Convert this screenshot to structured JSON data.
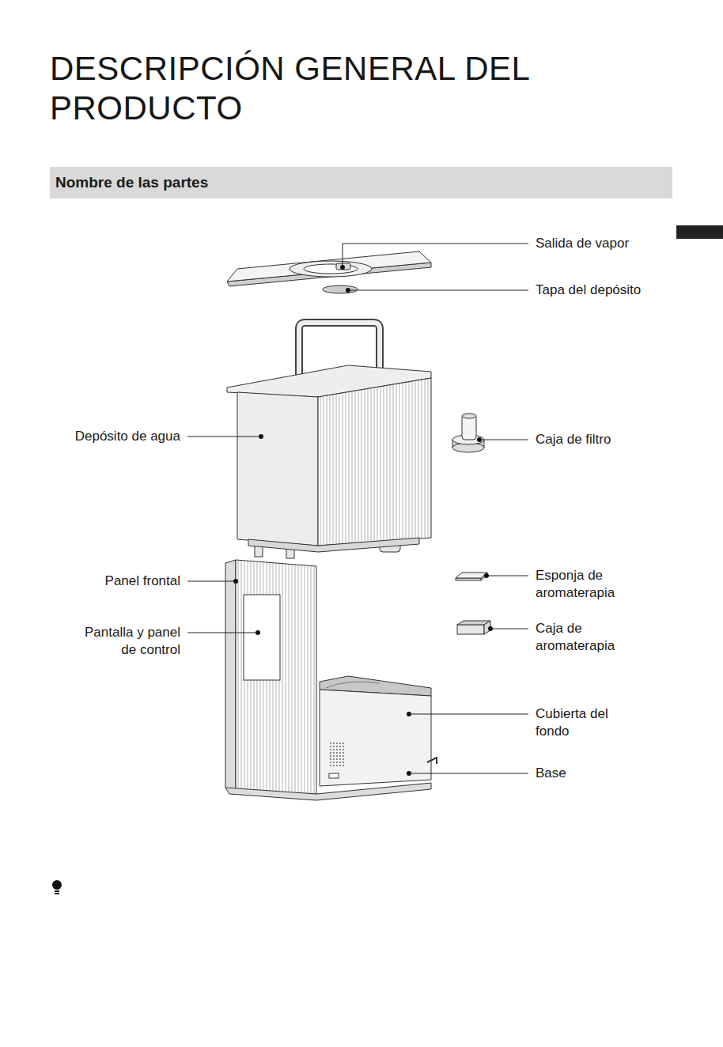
{
  "diagram": {
    "title": "DESCRIPCIÓN GENERAL DEL PRODUCTO",
    "nodes": [
      {
        "text": [
          "Nombre de las partes"
        ]
      }
    ],
    "labels": [
      "Salida de vapor",
      "Tapa del depósito",
      "Depósito de agua",
      "Caja de filtro",
      "Panel frontal",
      "Esponja de aromaterapia",
      "Pantalla y panel de control",
      "Caja de aromaterapia",
      "Cubierta del fondo",
      "Base"
    ]
  }
}
